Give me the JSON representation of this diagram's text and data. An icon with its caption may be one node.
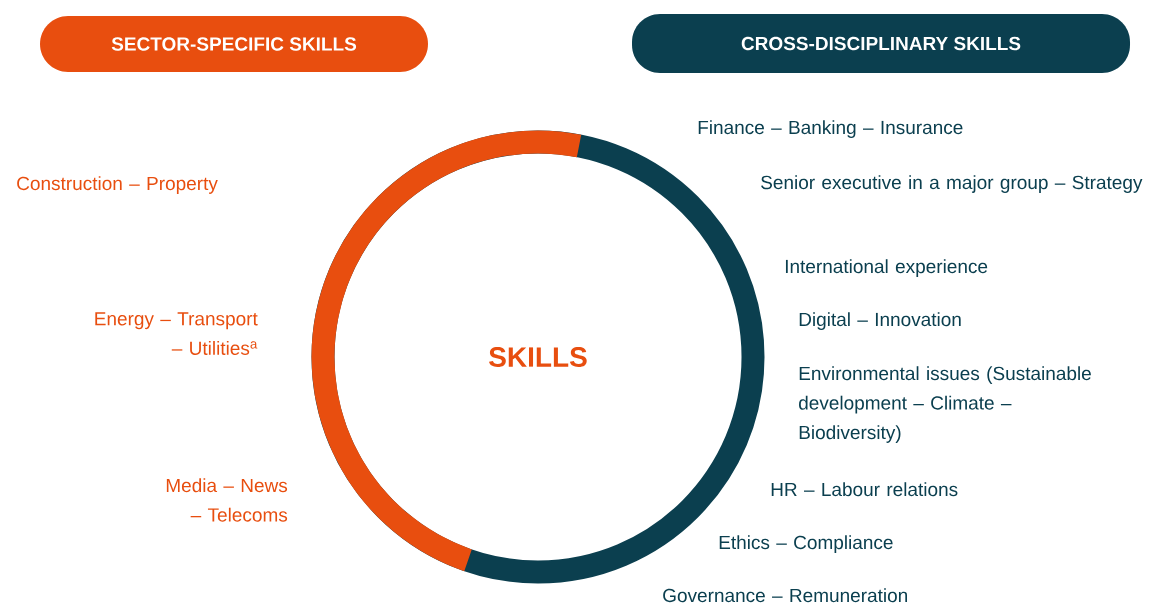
{
  "diagram": {
    "nodes": [
      {
        "text": [
          "SECTOR-SPECIFIC SKILLS"
        ]
      },
      {
        "text": [
          "CROSS-DISCIPLINARY SKILLS"
        ]
      },
      {
        "text": [
          "SKILLS"
        ]
      }
    ],
    "labels": [
      "Construction – Property",
      "Energy – Transport – Utilities$^{a}$",
      "Media – News – Telecoms",
      "Finance – Banking – Insurance",
      "Senior executive in a major group – Strategy",
      "International experience",
      "Digital – Innovation",
      "Environmental issues (Sustainable development – Climate – Biodiversity)",
      "HR – Labour relations",
      "Ethics – Compliance",
      "Governance – Remuneration"
    ]
  }
}
